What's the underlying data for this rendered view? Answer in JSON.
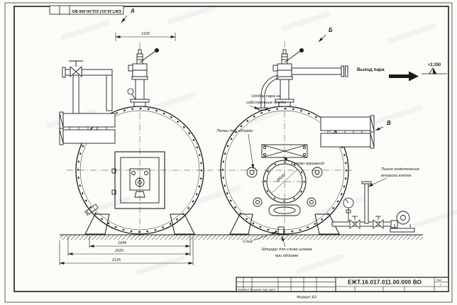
{
  "sheet": {
    "doc_number": "ЕЖТ.16.017.011.00.000 ВО",
    "top_stamp": "ЕЖТ.16.017.011.00.000 ВО",
    "format_label": "Формат А3",
    "title_block": {
      "row_labels": "Изм.  Лист  № докум.  Подп.  Дата",
      "sheet_label": "Лист",
      "sheet_number": "1"
    }
  },
  "markers": {
    "view_a": "А",
    "view_b": "Б",
    "view_v": "В"
  },
  "annotations": {
    "steam_outlet": "Выход пара",
    "elevation": "+2,350",
    "steam_tap_1": "Отбор пара на",
    "steam_tap_2": "собственные нужды",
    "blow_hatches": "Лючки для обдувки",
    "explosion_valve": "Клапан взрывной",
    "second_boiler_1": "Линия подключения",
    "second_boiler_2": "второго котла",
    "drain": "Слив",
    "sludge_fitting_1": "Штуцер для слива шлама",
    "sludge_fitting_2": "при обдувке"
  },
  "dimensions": {
    "top_span": "1100",
    "drum_diameter": "1944",
    "base_width": "2025",
    "overall_width": "2125",
    "manhole_diameter": "Ø500"
  }
}
